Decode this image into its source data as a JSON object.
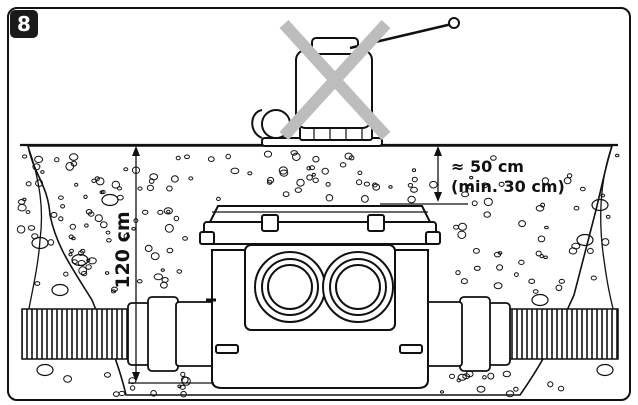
{
  "figure": {
    "number": "8",
    "depth_label": "≈ 50 cm",
    "min_depth_label": "(min. 30 cm)",
    "total_depth_label": "120 cm"
  }
}
